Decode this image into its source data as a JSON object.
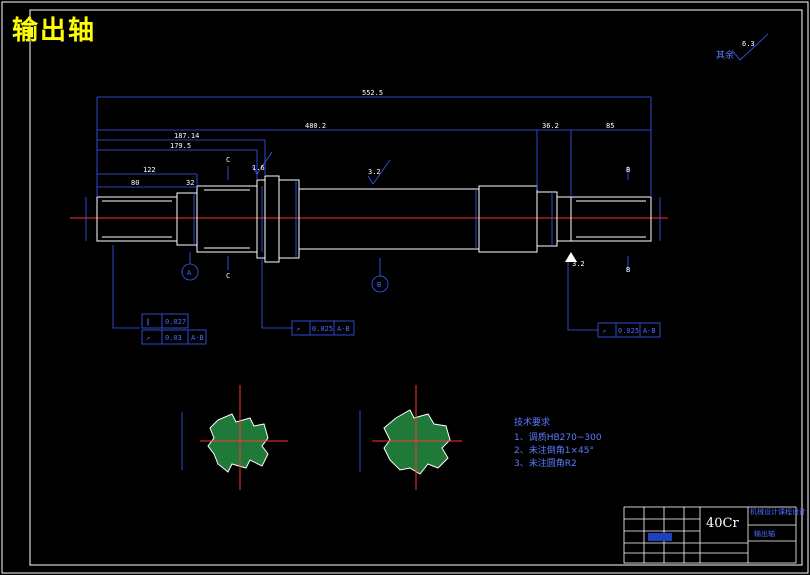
{
  "drawing": {
    "title": "输出轴",
    "material": "40Cr",
    "roughness_note": "其余",
    "roughness_other": "6.3"
  },
  "dimensions": {
    "total_length": "552.5",
    "len_480": "480.2",
    "len_187": "187.14",
    "len_179": "179.5",
    "len_122": "122",
    "len_80": "80",
    "len_32": "32",
    "len_36": "36.2",
    "len_85": "85",
    "ra_1": "1.6",
    "ra_2": "3.2",
    "ra_3": "3.2",
    "section_label_c": "C",
    "section_label_b": "B"
  },
  "tolerances": [
    {
      "symbol": "∥",
      "value": "0.027",
      "datum": ""
    },
    {
      "symbol": "↗",
      "value": "0.03",
      "datum": "A-B"
    },
    {
      "symbol": "↗",
      "value": "0.025",
      "datum": "A-B"
    },
    {
      "symbol": "↗",
      "value": "0.025",
      "datum": "A-B"
    }
  ],
  "datums": [
    "A",
    "B"
  ],
  "technical_requirements": {
    "heading": "技术要求",
    "items": [
      "1、调质HB270~300",
      "2、未注倒角1×45°",
      "3、未注圆角R2"
    ]
  },
  "title_block": {
    "school": "机械设计课程设计",
    "drawing_name": "输出轴",
    "material_label": "40Cr"
  }
}
